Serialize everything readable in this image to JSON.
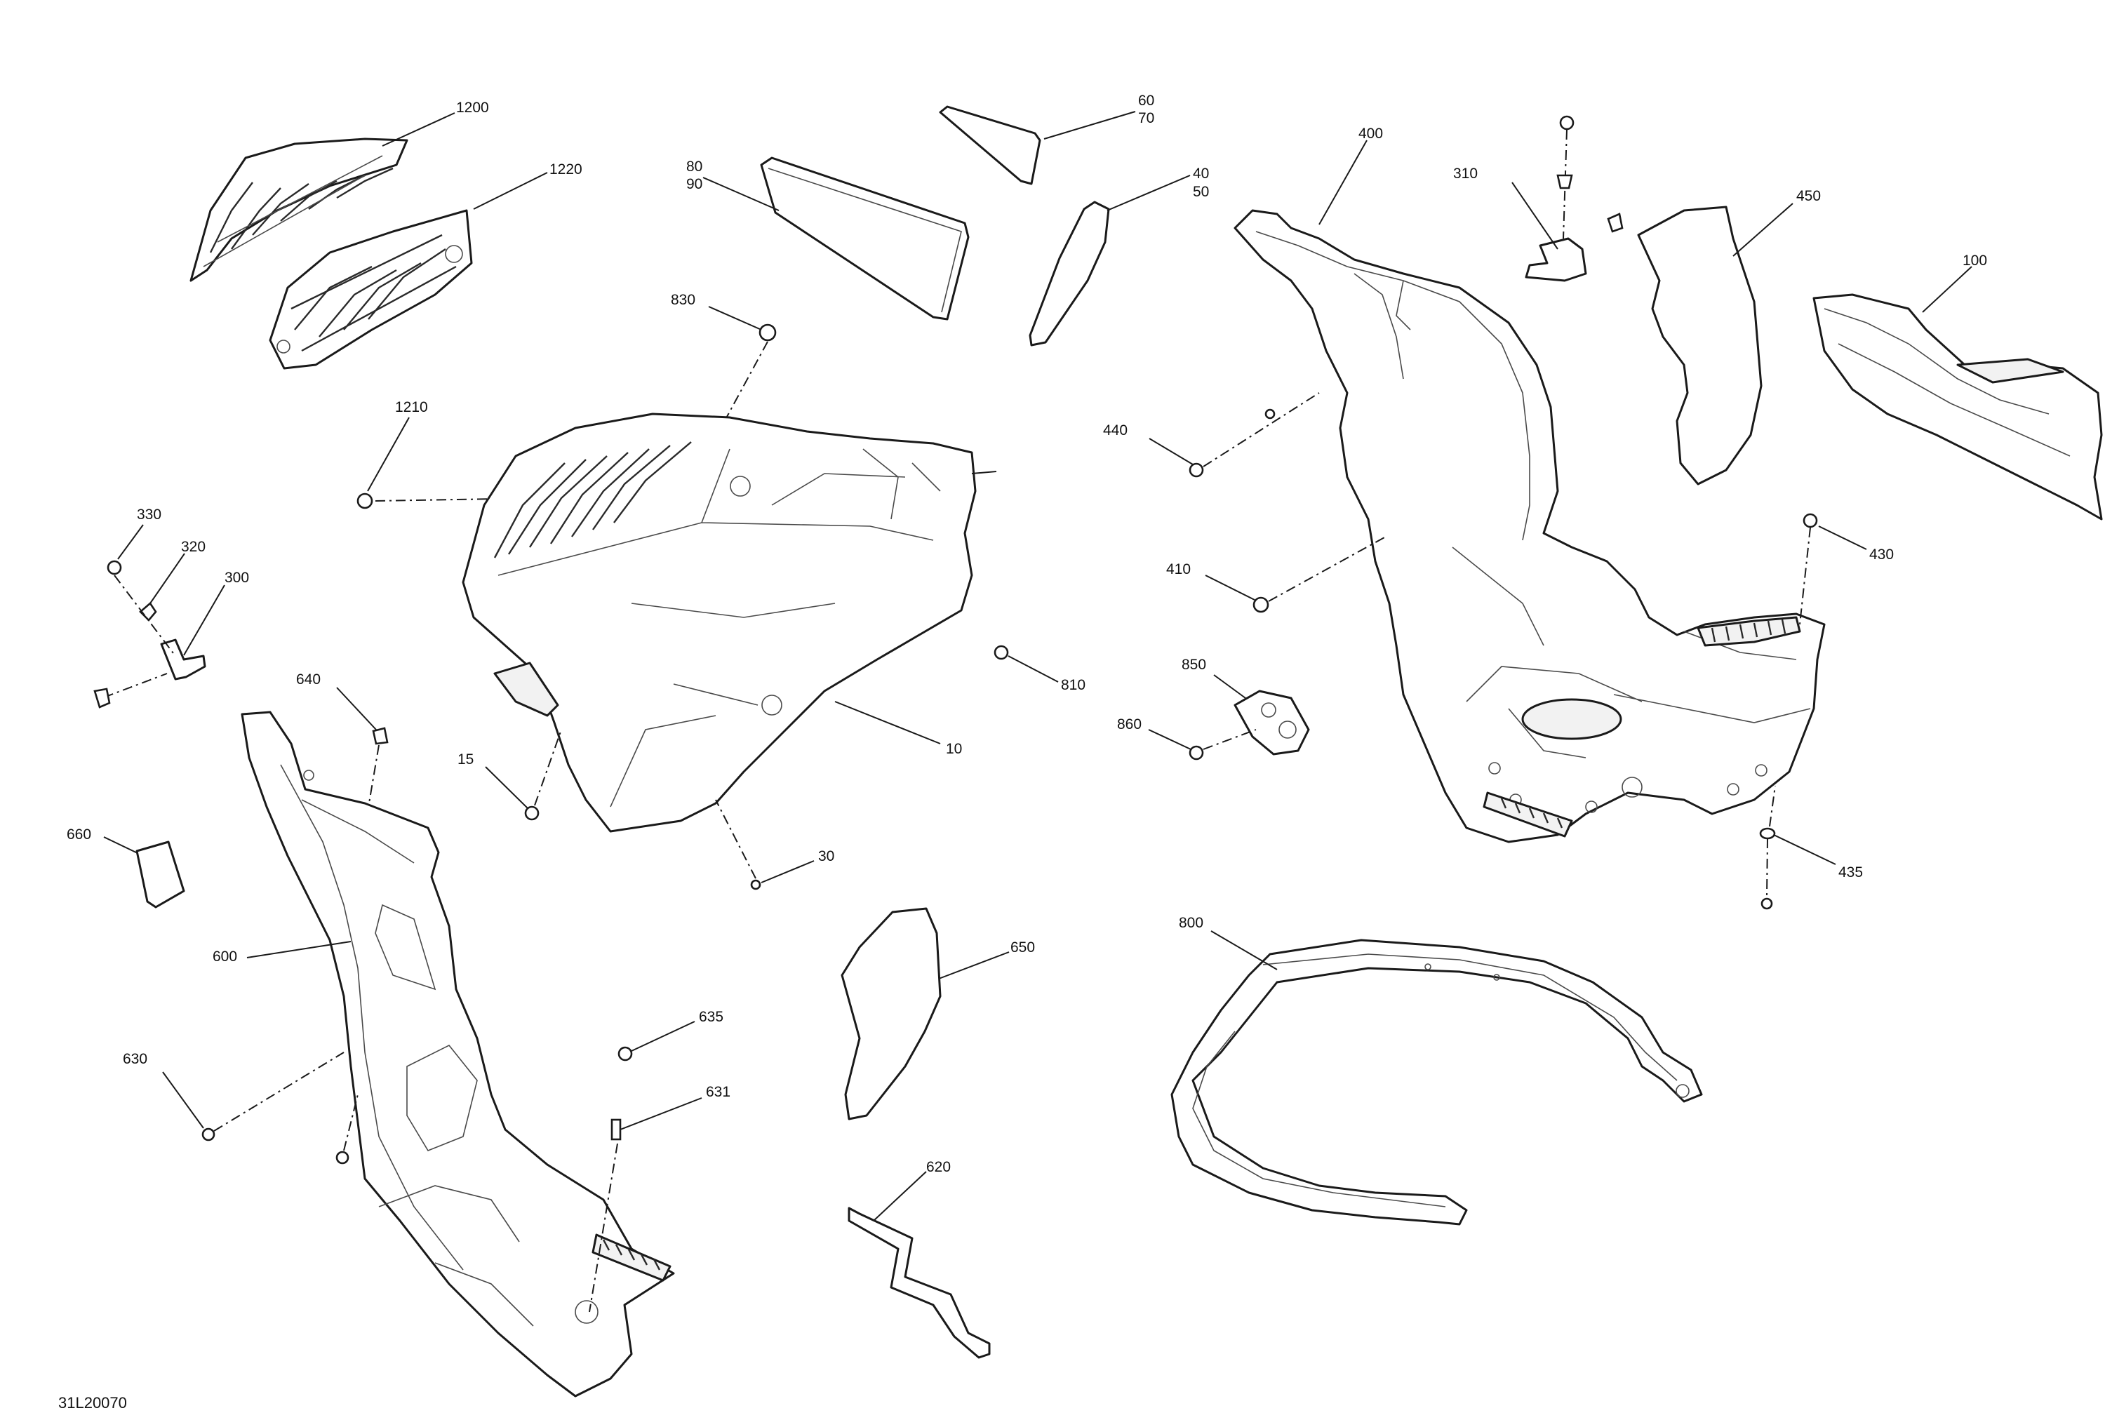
{
  "drawing_code": "31L20070",
  "callouts": {
    "c1200": "1200",
    "c1220": "1220",
    "c1210": "1210",
    "c80": "80",
    "c90": "90",
    "c60": "60",
    "c70": "70",
    "c40": "40",
    "c50": "50",
    "c830": "830",
    "c400": "400",
    "c310": "310",
    "c450": "450",
    "c100": "100",
    "c440": "440",
    "c410": "410",
    "c430": "430",
    "c330": "330",
    "c320": "320",
    "c300": "300",
    "c640": "640",
    "c810": "810",
    "c10": "10",
    "c850": "850",
    "c860": "860",
    "c15": "15",
    "c660": "660",
    "c30": "30",
    "c435": "435",
    "c600": "600",
    "c650": "650",
    "c800": "800",
    "c635": "635",
    "c630": "630",
    "c631": "631",
    "c620": "620"
  }
}
